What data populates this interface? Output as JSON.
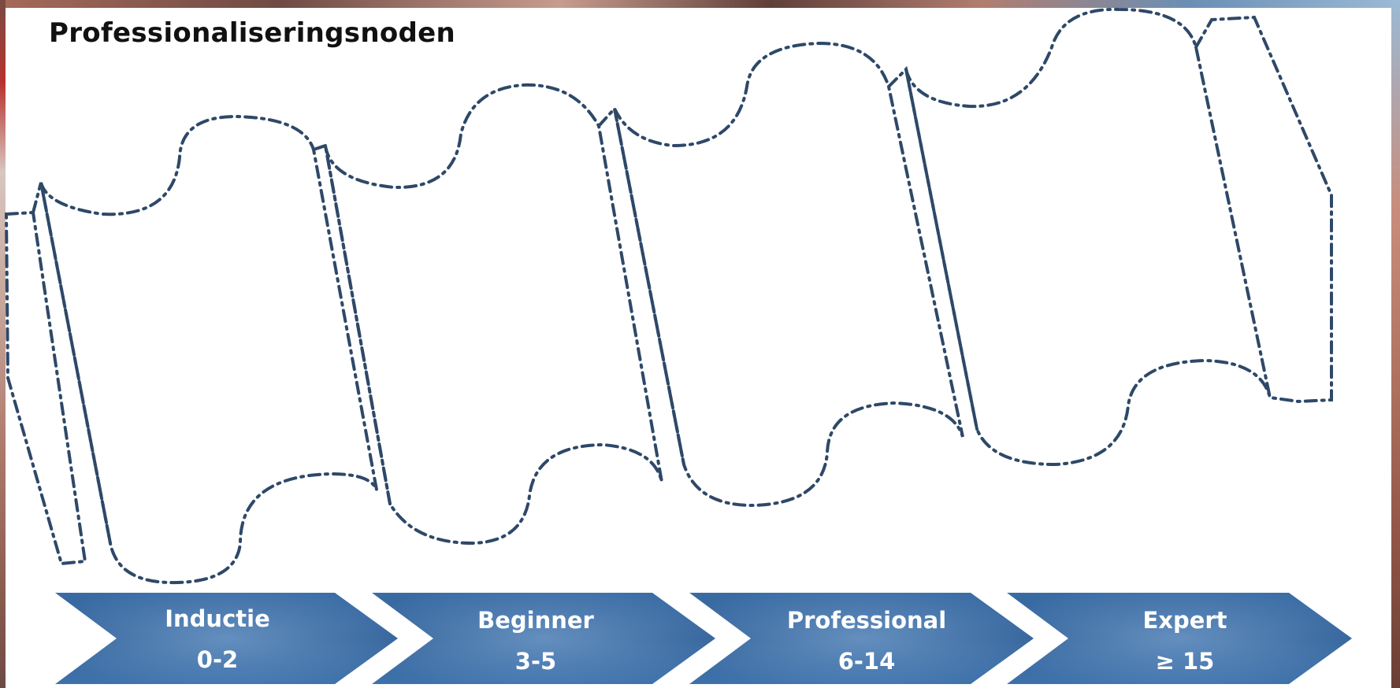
{
  "title": "Professionaliseringsnoden",
  "colors": {
    "chevron_dark": "#35679f",
    "chevron_light": "#7da7d4",
    "outline": "#2e4868"
  },
  "stages": [
    {
      "name": "Inductie",
      "range": "0-2"
    },
    {
      "name": "Beginner",
      "range": "3-5"
    },
    {
      "name": "Professional",
      "range": "6-14"
    },
    {
      "name": "Expert",
      "range": "≥ 15"
    }
  ]
}
